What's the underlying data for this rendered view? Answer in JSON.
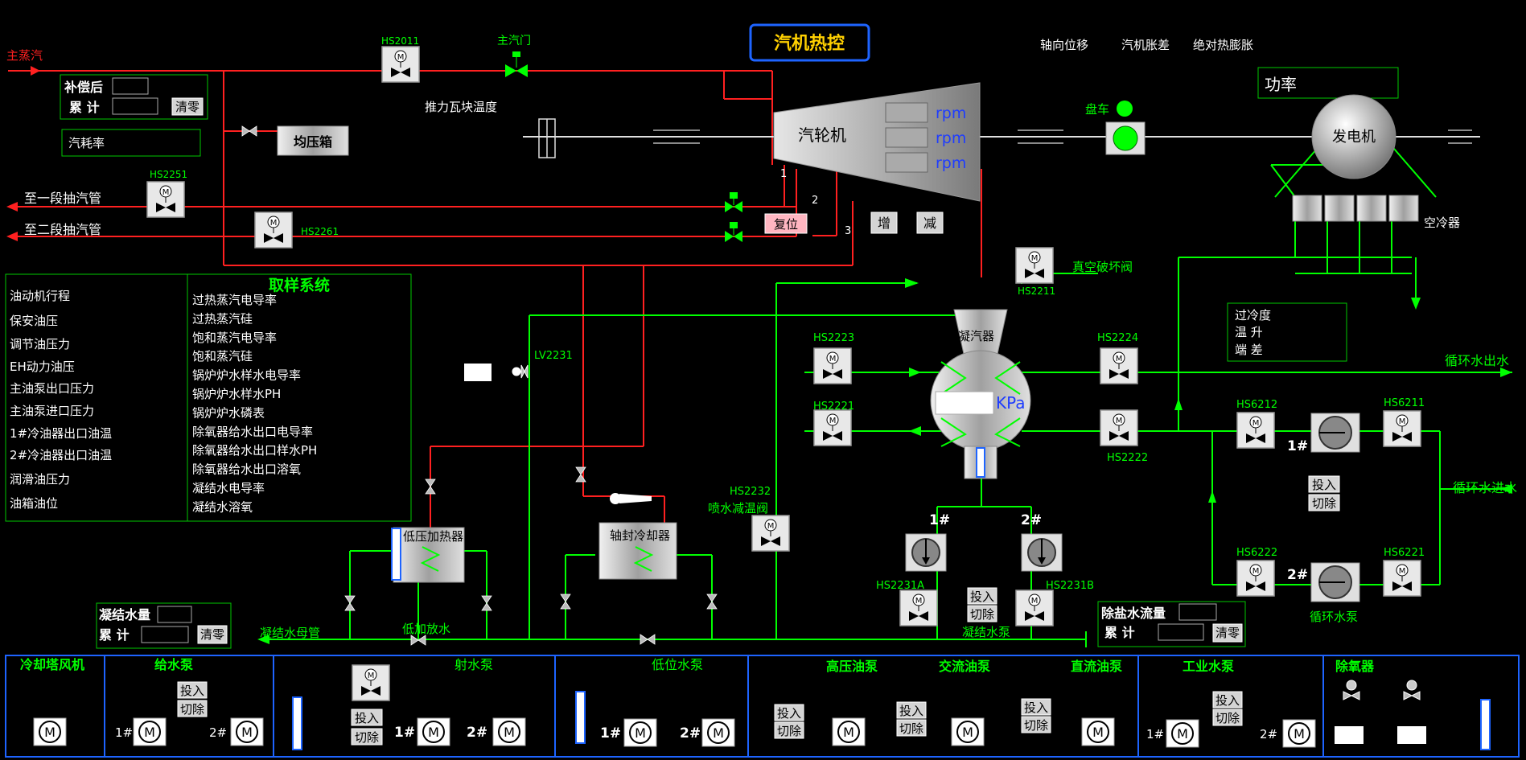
{
  "title": "汽机热控",
  "header_labels": {
    "axial": "轴向位移",
    "expansion": "汽机胀差",
    "abs_expansion": "绝对热膨胀"
  },
  "steam": {
    "main_steam": "主蒸汽",
    "hs2011": "HS2011",
    "main_valve": "主汽门",
    "thrust_temp": "推力瓦块温度",
    "compensated": "补偿后",
    "total": "累 计",
    "clear": "清零",
    "steam_rate": "汽耗率",
    "pressure_box": "均压箱",
    "hs2251": "HS2251",
    "hs2261": "HS2261",
    "to_stage1": "至一段抽汽管",
    "to_stage2": "至二段抽汽管",
    "reset": "复位"
  },
  "turbine": {
    "label": "汽轮机",
    "rpm_unit": "rpm",
    "n1": "1",
    "n2": "2",
    "n3": "3",
    "increase": "增",
    "decrease": "减",
    "turning_gear": "盘车"
  },
  "generator": {
    "power": "功率",
    "label": "发电机",
    "air_cooler": "空冷器"
  },
  "vacuum": {
    "valve": "真空破坏阀",
    "hs2211": "HS2211"
  },
  "subcool": {
    "line1": "过冷度",
    "line2": "温  升",
    "line3": "端  差"
  },
  "oil_list": [
    "油动机行程",
    "保安油压",
    "调节油压力",
    "EH动力油压",
    "主油泵出口压力",
    "主油泵进口压力",
    "1#冷油器出口油温",
    "2#冷油器出口油温",
    "润滑油压力",
    "油箱油位"
  ],
  "sampling": {
    "title": "取样系统",
    "items": [
      "过热蒸汽电导率",
      "过热蒸汽硅",
      "饱和蒸汽电导率",
      "饱和蒸汽硅",
      "锅炉炉水样水电导率",
      "锅炉炉水样水PH",
      "锅炉炉水磷表",
      "除氧器给水出口电导率",
      "除氧器给水出口样水PH",
      "除氧器给水出口溶氧",
      "凝结水电导率",
      "凝结水溶氧"
    ]
  },
  "condenser": {
    "label": "凝汽器",
    "unit": "KPa",
    "hs2223": "HS2223",
    "hs2224": "HS2224",
    "hs2221": "HS2221",
    "hs2222": "HS2222",
    "lv2231": "LV2231",
    "hs2232": "HS2232",
    "spray": "喷水减温阀",
    "pump1": "1#",
    "pump2": "2#",
    "hs2231a": "HS2231A",
    "hs2231b": "HS2231B",
    "in": "投入",
    "out": "切除",
    "cond_pump": "凝结水泵"
  },
  "circulating": {
    "outlet": "循环水出水",
    "inlet": "循环水进水",
    "hs6212": "HS6212",
    "hs6211": "HS6211",
    "hs6222": "HS6222",
    "hs6221": "HS6221",
    "pump1": "1#",
    "pump2": "2#",
    "in": "投入",
    "out": "切除",
    "pump_label": "循环水泵"
  },
  "heaters": {
    "lp_heater": "低压加热器",
    "seal_cooler": "轴封冷却器",
    "lp_drain": "低加放水"
  },
  "condensate": {
    "flow": "凝结水量",
    "total": "累  计",
    "clear": "清零",
    "main_pipe": "凝结水母管"
  },
  "demin": {
    "flow": "除盐水流量",
    "total": "累  计",
    "clear": "清零"
  },
  "bottom": {
    "cooling_fan": "冷却塔风机",
    "feed_pump": "给水泵",
    "ejector_pump": "射水泵",
    "low_pump": "低位水泵",
    "hp_oil": "高压油泵",
    "ac_oil": "交流油泵",
    "dc_oil": "直流油泵",
    "ind_pump": "工业水泵",
    "deaerator": "除氧器",
    "in": "投入",
    "out": "切除",
    "n1": "1#",
    "n2": "2#"
  },
  "colors": {
    "bg": "#000000",
    "steam": "#ff2020",
    "water": "#00ff00",
    "title_yellow": "#ffd000",
    "title_border": "#1e64ff"
  }
}
